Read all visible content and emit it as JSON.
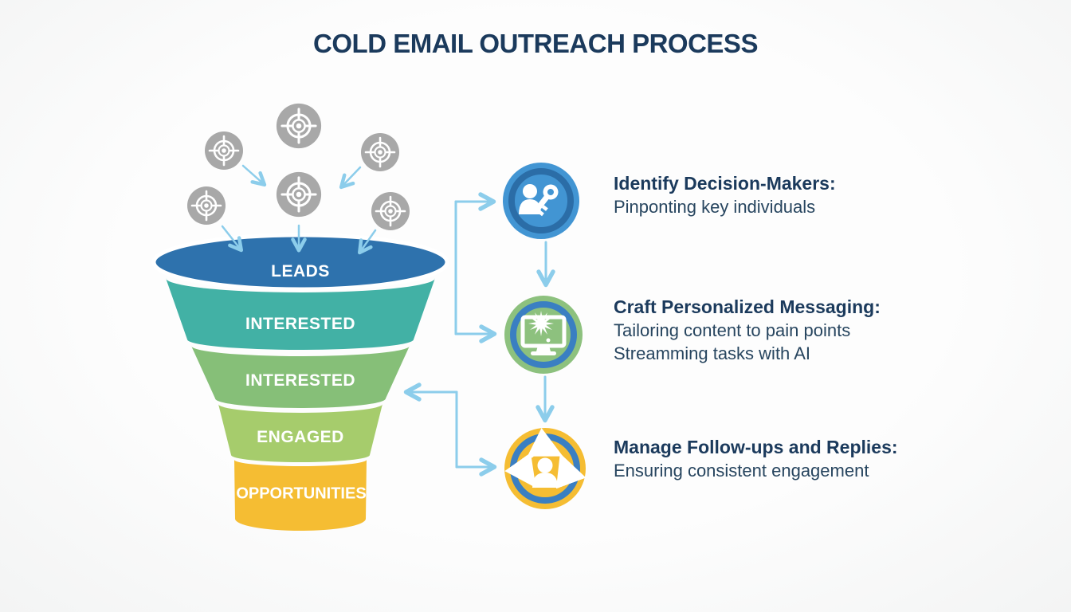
{
  "title": "COLD EMAIL OUTREACH PROCESS",
  "funnel": {
    "stages": [
      {
        "label": "LEADS",
        "color": "#2e72ad"
      },
      {
        "label": "INTERESTED",
        "color": "#42b1a5"
      },
      {
        "label": "INTERESTED",
        "color": "#86bf78"
      },
      {
        "label": "ENGAGED",
        "color": "#a6cc6c"
      },
      {
        "label": "OPPORTUNITIES",
        "color": "#f5bd33"
      }
    ]
  },
  "targets": {
    "icon": "target-crosshair-icon",
    "count": 6,
    "color": "#a8a8a8"
  },
  "steps": [
    {
      "icon": "person-key-icon",
      "icon_fill": "#4295d3",
      "icon_ring": "#2b6da7",
      "title": "Identify Decision-Makers:",
      "lines": [
        "Pinponting key individuals"
      ]
    },
    {
      "icon": "monitor-spark-icon",
      "icon_fill": "#8dc17e",
      "icon_ring": "#3a7fc2",
      "title": "Craft Personalized Messaging:",
      "lines": [
        "Tailoring content to pain points",
        "Streamming tasks with AI"
      ]
    },
    {
      "icon": "person-refresh-icon",
      "icon_fill": "#f5bd33",
      "icon_ring": "#3a7fc2",
      "title": "Manage Follow-ups and Replies:",
      "lines": [
        "Ensuring consistent engagement"
      ]
    }
  ],
  "colors": {
    "background": "#fafbfb",
    "title_text": "#1b3a5c",
    "body_text": "#27455f",
    "stage_label_text": "#ffffff",
    "connector": "#8ccdeb",
    "target_gray": "#a8a8a8"
  }
}
